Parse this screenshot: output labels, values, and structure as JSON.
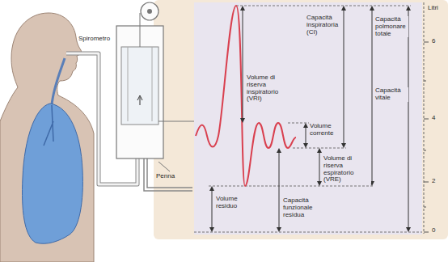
{
  "diagram": {
    "labels": [
      "Spirometro",
      "Penna",
      "Litri",
      "6",
      "4",
      "2",
      "0",
      "Capacità inspiratoria (CI)",
      "Capacità polmonare totale",
      "Volume di riserva inspiratorio (VRI)",
      "Capacità vitale",
      "Volume corrente",
      "Volume residuo",
      "Capacità funzionale residua",
      "Volume di riserva espiratorio (VRE)"
    ]
  }
}
